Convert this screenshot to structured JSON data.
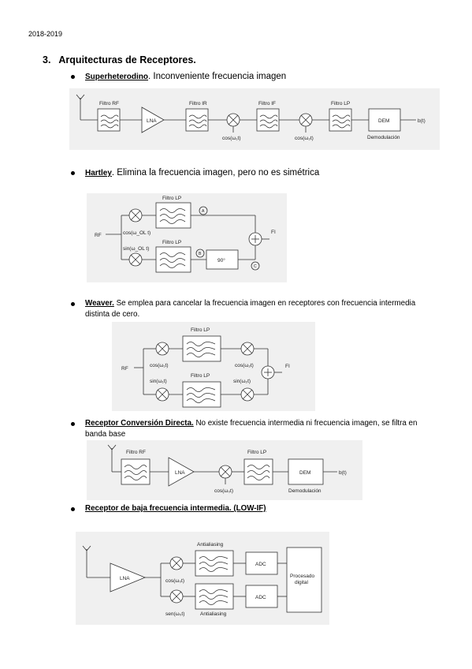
{
  "header": {
    "year": "2018-2019"
  },
  "section": {
    "number": "3.",
    "title": "Arquitecturas de Receptores."
  },
  "items": [
    {
      "term": "Superheterodino",
      "rest": ". Inconveniente frecuencia imagen"
    },
    {
      "term": "Hartley",
      "rest": ". Elimina la frecuencia imagen, pero no es simétrica"
    },
    {
      "term": "Weaver.",
      "rest": " Se emplea para cancelar la frecuencia imagen en receptores con frecuencia intermedia distinta de cero."
    },
    {
      "term": "Receptor Conversión Directa.",
      "rest": " No existe frecuencia intermedia ni frecuencia imagen, se filtra en banda base"
    },
    {
      "term": "Receptor de baja frecuencia intermedia. (LOW-IF)",
      "rest": ""
    }
  ],
  "fig1": {
    "filtro_rf": "Filtro RF",
    "lna": "LNA",
    "filtro_ir": "Filtro IR",
    "filtro_if": "Filtro IF",
    "filtro_lp": "Filtro LP",
    "dem": "DEM",
    "output": "b(t)",
    "demod": "Demodulación",
    "osc1": "cos(ω₁t)",
    "osc2": "cos(ω₂t)"
  },
  "fig2": {
    "rf": "RF",
    "fi": "FI",
    "filtro_lp1": "Filtro LP",
    "filtro_lp2": "Filtro LP",
    "cos": "cos(ω_OL t)",
    "sin": "sin(ω_OL t)",
    "a": "A",
    "b": "B",
    "c": "C",
    "shift": "90°"
  },
  "fig3": {
    "rf": "RF",
    "fi": "FI",
    "filtro_lp1": "Filtro LP",
    "filtro_lp2": "Filtro LP",
    "cos1": "cos(ω₁t)",
    "sin1": "sin(ω₁t)",
    "cos2": "cos(ω₂t)",
    "sin2": "sin(ω₂t)"
  },
  "fig4": {
    "filtro_rf": "Filtro RF",
    "lna": "LNA",
    "filtro_lp": "Filtro LP",
    "dem": "DEM",
    "output": "b(t)",
    "demod": "Demodulación",
    "osc": "cos(ω₀t)"
  },
  "fig5": {
    "lna": "LNA",
    "anti1": "Antialiasing",
    "anti2": "Antialiasing",
    "adc1": "ADC",
    "adc2": "ADC",
    "proc1": "Procesado",
    "proc2": "digital",
    "cos": "cos(ω₀t)",
    "sen": "sen(ω₀t)"
  }
}
